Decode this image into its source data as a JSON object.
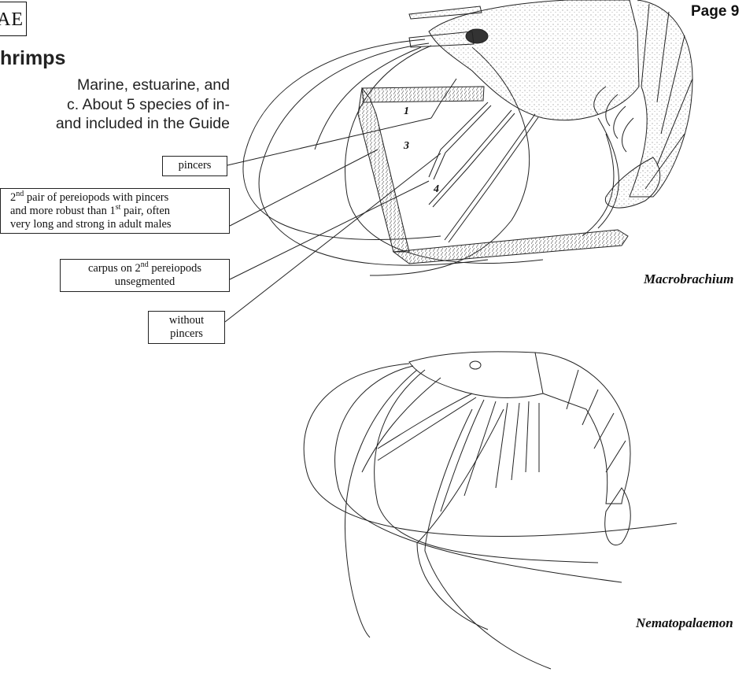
{
  "header": {
    "family_fragment": "AE",
    "page_fragment": "Page 9",
    "heading_fragment": "hrimps"
  },
  "intro": {
    "lines": [
      "Marine, estuarine, and",
      "c.  About 5 species of in-",
      "and included in the Guide"
    ]
  },
  "callouts": {
    "pincers": "pincers",
    "second_pair": {
      "l1_a": "2",
      "l1_sup": "nd",
      "l1_b": " pair of pereiopods with pincers",
      "l2_a": "and more robust than 1",
      "l2_sup": "st",
      "l2_b": " pair, often",
      "l3": "very long and strong in adult males"
    },
    "carpus": {
      "l1_a": "carpus on 2",
      "l1_sup": "nd",
      "l1_b": " pereiopods",
      "l2": "unsegmented"
    },
    "without_pincers": {
      "l1": "without",
      "l2": "pincers"
    }
  },
  "leg_numbers": [
    "1",
    "3",
    "4"
  ],
  "genera": {
    "top": "Macrobrachium",
    "bottom": "Nematopalaemon"
  },
  "colors": {
    "ink": "#111111",
    "stipple": "#777777",
    "paper": "#ffffff"
  }
}
